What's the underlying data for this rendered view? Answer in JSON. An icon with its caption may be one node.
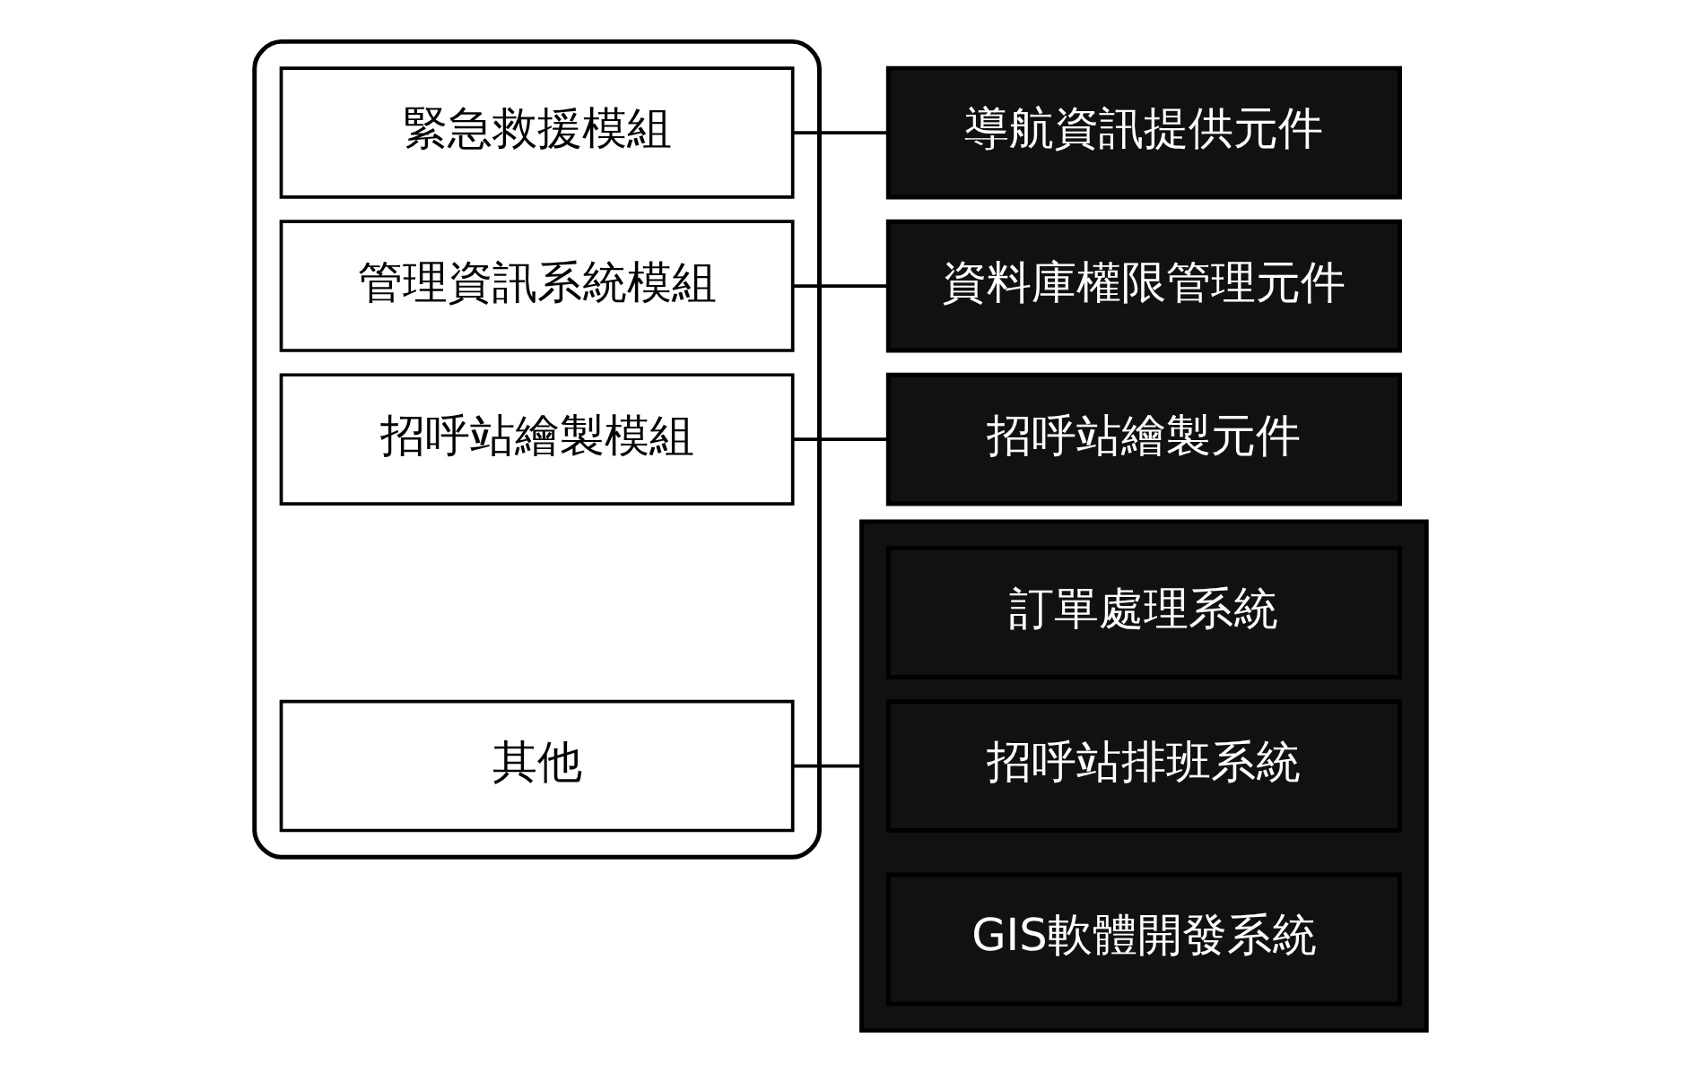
{
  "diagram": {
    "nodes": [
      {
        "text": [],
        "shape": "cylinder"
      },
      {
        "text": [
          "緊急救援模組"
        ],
        "in": 0
      },
      {
        "text": [
          "管理資訊系統模組"
        ],
        "in": 0
      },
      {
        "text": [
          "招呼站繪製模組"
        ],
        "in": 0
      },
      {
        "text": [
          "其他"
        ],
        "in": 0
      },
      {
        "text": [
          "導航資訊提供元件"
        ]
      },
      {
        "text": [
          "資料庫權限管理元件"
        ]
      },
      {
        "text": [
          "招呼站繪製元件"
        ]
      },
      {
        "text": [],
        "shape": "box"
      },
      {
        "text": [
          "訂單處理系統"
        ],
        "in": 8
      },
      {
        "text": [
          "招呼站排班系統"
        ],
        "in": 8
      },
      {
        "text": [
          "GIS軟體開發系統"
        ],
        "in": 8
      }
    ],
    "edges": [
      {
        "from": 1,
        "to": 5,
        "arrow": "none"
      },
      {
        "from": 2,
        "to": 6,
        "arrow": "none"
      },
      {
        "from": 3,
        "to": 7,
        "arrow": "none"
      },
      {
        "from": 4,
        "to": 8,
        "arrow": "none"
      }
    ]
  }
}
